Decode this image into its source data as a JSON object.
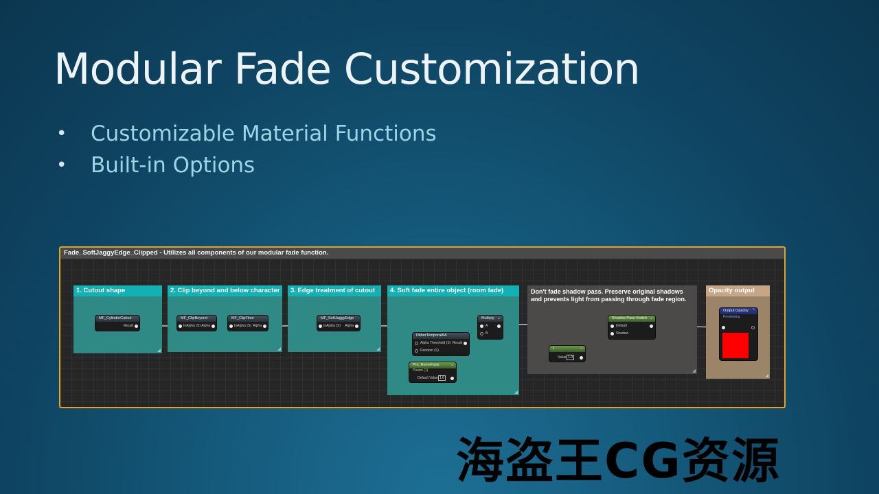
{
  "slide": {
    "title": "Modular Fade Customization",
    "bullets": [
      "Customizable Material Functions",
      "Built-in Options"
    ]
  },
  "graph": {
    "header": "Fade_SoftJaggyEdge_Clipped - Utilizes all components of our modular fade function.",
    "comments": [
      {
        "label": "1. Cutout shape"
      },
      {
        "label": "2. Clip beyond and below character"
      },
      {
        "label": "3. Edge treatment of cutout"
      },
      {
        "label": "4. Soft fade entire object (room fade)"
      },
      {
        "label": "Don't fade shadow pass. Preserve original shadows and prevents light from passing through fade region."
      },
      {
        "label": "Opacity output"
      }
    ],
    "nodes": {
      "cylinder": {
        "title": "MF_CylinderCutout",
        "out": "Result"
      },
      "clip_beyond": {
        "title": "MF_ClipBeyond",
        "in": "InAlpha (S)",
        "out": "Alpha"
      },
      "clip_floor": {
        "title": "MF_ClipFloor",
        "in": "InAlpha (S)",
        "out": "Alpha"
      },
      "soft_jaggy": {
        "title": "MF_SoftJaggyEdge",
        "in": "InAlpha (S)",
        "out": "Alpha"
      },
      "multiply": {
        "title": "Multiply",
        "a": "A",
        "b": "B"
      },
      "dither": {
        "title": "DitherTemporalAA",
        "in1": "Alpha Threshold (S)",
        "in2": "Random (S)",
        "out": "Result"
      },
      "room_fade": {
        "title": "Pro_RoomFade",
        "subtitle": "Param (1)",
        "label": "Default Value",
        "value": "1.0"
      },
      "shadow_switch": {
        "title": "Shadow Pass Switch",
        "in1": "Default",
        "in2": "Shadow"
      },
      "const": {
        "title": "1",
        "label": "Value",
        "value": "1.0"
      },
      "output": {
        "title": "Output Opacity",
        "subtitle": "Previewing",
        "preview_color": "#ff0000"
      }
    }
  },
  "watermark": "海盗王CG资源",
  "colors": {
    "accent_border": "#e3a126",
    "comment_teal": "#13b1b4",
    "comment_tan": "#c7a587"
  }
}
